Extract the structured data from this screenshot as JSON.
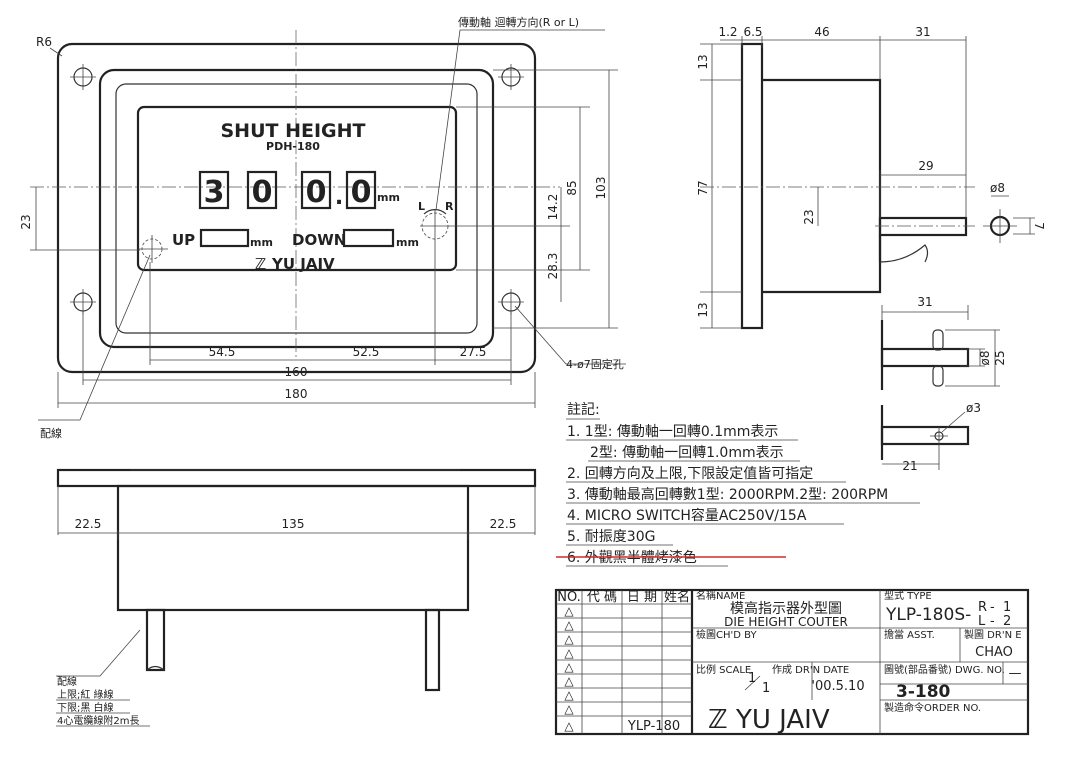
{
  "face": {
    "title": "SHUT HEIGHT",
    "model": "PDH-180",
    "digits": [
      "3",
      "0",
      "0",
      "0"
    ],
    "dot": ".",
    "mm_main": "mm",
    "up_label": "UP",
    "down_label": "DOWN",
    "mm_small": "mm",
    "brand": "YU  JAIV",
    "dir_l": "L",
    "dir_r": "R"
  },
  "callouts": {
    "shaft_dir": "傳動軸  迴轉方向(R  or  L)",
    "radius": "R6",
    "holes": "4-ø7固定孔",
    "wiring": "配線"
  },
  "dims_front": {
    "d23": "23",
    "d14_2": "14.2",
    "d85": "85",
    "d103": "103",
    "d28_3": "28.3",
    "d54_5": "54.5",
    "d52_5": "52.5",
    "d27_5": "27.5",
    "d160": "160",
    "d180": "180"
  },
  "dims_side": {
    "d1_2": "1.2",
    "d6_5": "6.5",
    "d46": "46",
    "d31": "31",
    "d13_top": "13",
    "d77": "77",
    "d29": "29",
    "d23": "23",
    "d13_bot": "13",
    "phi8": "ø8",
    "d7": "7"
  },
  "dims_shaft": {
    "d31": "31",
    "phi8": "ø8",
    "d25": "25",
    "phi3": "ø3",
    "d21": "21"
  },
  "dims_bottom": {
    "d22_5_left": "22.5",
    "d135": "135",
    "d22_5_right": "22.5"
  },
  "wiring_note": {
    "title": "配線",
    "upper": "上限;紅  綠線",
    "lower": "下限;黑  白線",
    "cable": "4心電纜線附2m長"
  },
  "notes": {
    "heading": "註記:",
    "items": [
      "1.  1型: 傳動軸一回轉0.1mm表示",
      "2型: 傳動軸一回轉1.0mm表示",
      "2.  回轉方向及上限,下限設定值皆可指定",
      "3.  傳動軸最高回轉數1型: 2000RPM.2型: 200RPM",
      "4.  MICRO  SWITCH容量AC250V/15A",
      "5.  耐振度30G",
      "6.  外觀黑半體烤漆色"
    ],
    "strike_color": "#d42a2a"
  },
  "title_block": {
    "hdr_no": "NO.",
    "hdr_code": "代  碼",
    "hdr_date": "日  期",
    "hdr_name": "姓名",
    "rev_mark": "△",
    "rev_ref": "YLP-180",
    "name_label": "名稱NAME",
    "name_zh": "模高指示器外型圖",
    "name_en": "DIE  HEIGHT  COUTER",
    "type_label": "型式 TYPE",
    "type_value": "YLP-180S-",
    "type_r": "R",
    "type_l": "L",
    "type_1": "1",
    "type_2": "2",
    "dash": "-",
    "checked_label": "檢圖CH'D  BY",
    "asst_label": "擔當 ASST.",
    "drawn_label": "製圖 DR'N  E",
    "drawn_value": "CHAO",
    "scale_label": "比例 SCALE",
    "scale_num": "1",
    "scale_den": "1",
    "date_label": "作成  DR'N  DATE",
    "date_value": "'00.5.10",
    "dwg_label": "圖號(部品番號) DWG.  NO.",
    "dwg_value": "3-180",
    "dwg_extra": "—",
    "brand": "YU  JAIV",
    "order_label": "製造命令ORDER  NO."
  }
}
